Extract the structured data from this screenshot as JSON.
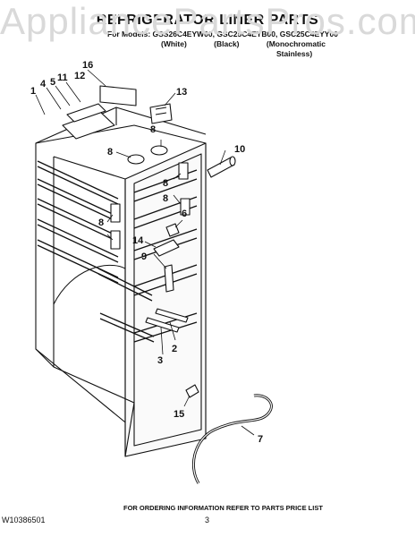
{
  "watermark": "AppliancePartsPros.com",
  "title": "REFRIGERATOR LINER PARTS",
  "models": {
    "line1": "For Models: GSS26C4EYW00, GSC25C4EYB00, GSC25C4EYY00",
    "white": "(White)",
    "black": "(Black)",
    "mono": "(Monochromatic",
    "stainless": "Stainless)"
  },
  "callouts": [
    "1",
    "4",
    "5",
    "11",
    "16",
    "13",
    "8",
    "8",
    "10",
    "8",
    "8",
    "8",
    "6",
    "14",
    "9",
    "2",
    "3",
    "15",
    "7",
    "12"
  ],
  "footer": {
    "ordering_info": "FOR ORDERING INFORMATION REFER TO PARTS PRICE LIST",
    "doc_code": "W10386501",
    "page_number": "3"
  }
}
